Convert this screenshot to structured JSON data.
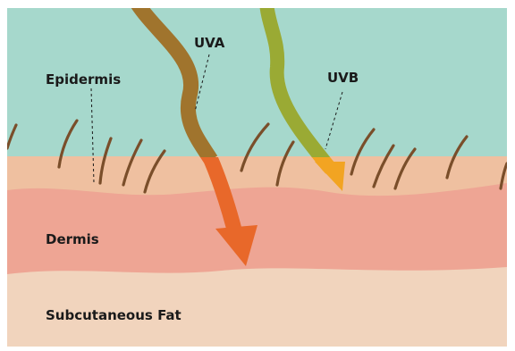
{
  "layers": {
    "epidermis": "Epidermis",
    "dermis": "Dermis",
    "subcutaneous_fat": "Subcutaneous Fat"
  },
  "rays": {
    "uva": "UVA",
    "uvb": "UVB"
  },
  "colors": {
    "sky": "#a6d8cc",
    "epidermis_layer": "#efc0a0",
    "dermis_layer": "#eea594",
    "fat_layer": "#f1d4bd",
    "hair": "#7a4e2a",
    "uva_upper": "#a0742d",
    "uva_lower": "#e8682a",
    "uvb_upper": "#9aaa34",
    "uvb_lower": "#f2a422"
  }
}
